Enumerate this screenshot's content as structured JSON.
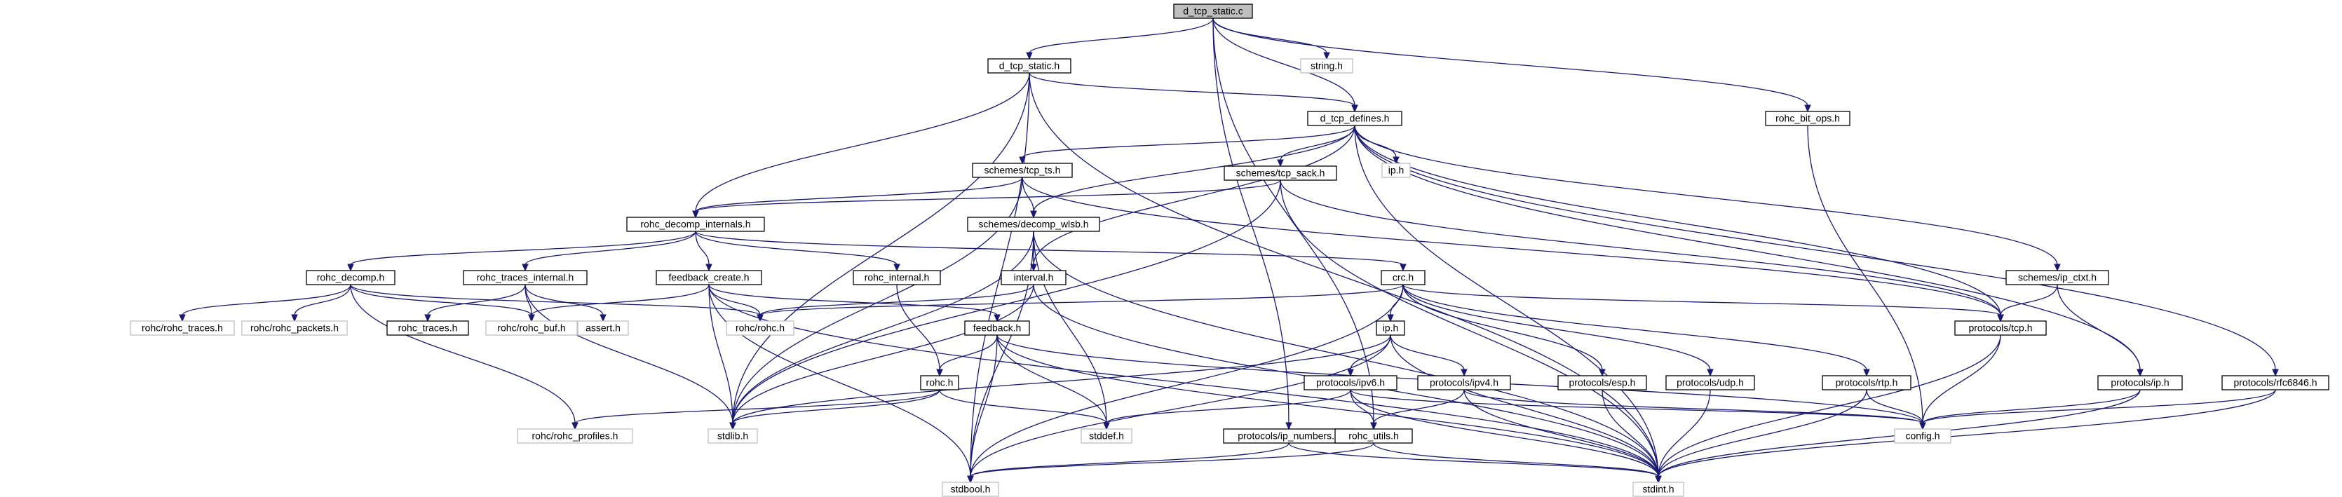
{
  "colors": {
    "edge": "#191970",
    "root_fill": "#bfbfbf",
    "gray_border": "#bfbfbf"
  },
  "nodes": [
    {
      "id": "d_tcp_static_c",
      "label": "d_tcp_static.c",
      "style": "root"
    },
    {
      "id": "d_tcp_static_h",
      "label": "d_tcp_static.h",
      "style": "black"
    },
    {
      "id": "string_h",
      "label": "string.h",
      "style": "gray"
    },
    {
      "id": "d_tcp_defines_h",
      "label": "d_tcp_defines.h",
      "style": "black"
    },
    {
      "id": "rohc_bit_ops_h",
      "label": "rohc_bit_ops.h",
      "style": "black"
    },
    {
      "id": "schemes_tcp_ts_h",
      "label": "schemes/tcp_ts.h",
      "style": "black"
    },
    {
      "id": "schemes_tcp_sack_h",
      "label": "schemes/tcp_sack.h",
      "style": "black"
    },
    {
      "id": "ip_h_gray",
      "label": "ip.h",
      "style": "gray"
    },
    {
      "id": "rohc_decomp_internals_h",
      "label": "rohc_decomp_internals.h",
      "style": "black"
    },
    {
      "id": "schemes_decomp_wlsb_h",
      "label": "schemes/decomp_wlsb.h",
      "style": "black"
    },
    {
      "id": "schemes_ip_ctxt_h",
      "label": "schemes/ip_ctxt.h",
      "style": "black"
    },
    {
      "id": "rohc_decomp_h",
      "label": "rohc_decomp.h",
      "style": "black"
    },
    {
      "id": "rohc_traces_internal_h",
      "label": "rohc_traces_internal.h",
      "style": "black"
    },
    {
      "id": "feedback_create_h",
      "label": "feedback_create.h",
      "style": "black"
    },
    {
      "id": "rohc_internal_h",
      "label": "rohc_internal.h",
      "style": "black"
    },
    {
      "id": "interval_h",
      "label": "interval.h",
      "style": "black"
    },
    {
      "id": "crc_h",
      "label": "crc.h",
      "style": "black"
    },
    {
      "id": "rohc_rohc_traces_h",
      "label": "rohc/rohc_traces.h",
      "style": "gray"
    },
    {
      "id": "rohc_rohc_packets_h",
      "label": "rohc/rohc_packets.h",
      "style": "gray"
    },
    {
      "id": "rohc_traces_h",
      "label": "rohc_traces.h",
      "style": "black"
    },
    {
      "id": "rohc_rohc_buf_h",
      "label": "rohc/rohc_buf.h",
      "style": "gray"
    },
    {
      "id": "assert_h",
      "label": "assert.h",
      "style": "gray"
    },
    {
      "id": "rohc_rohc_h",
      "label": "rohc/rohc.h",
      "style": "gray"
    },
    {
      "id": "feedback_h",
      "label": "feedback.h",
      "style": "black"
    },
    {
      "id": "protocols_tcp_h",
      "label": "protocols/tcp.h",
      "style": "black"
    },
    {
      "id": "ip_h",
      "label": "ip.h",
      "style": "black"
    },
    {
      "id": "rohc_h",
      "label": "rohc.h",
      "style": "black"
    },
    {
      "id": "protocols_ipv6_h",
      "label": "protocols/ipv6.h",
      "style": "black"
    },
    {
      "id": "protocols_ipv4_h",
      "label": "protocols/ipv4.h",
      "style": "black"
    },
    {
      "id": "protocols_esp_h",
      "label": "protocols/esp.h",
      "style": "black"
    },
    {
      "id": "protocols_udp_h",
      "label": "protocols/udp.h",
      "style": "black"
    },
    {
      "id": "protocols_rtp_h",
      "label": "protocols/rtp.h",
      "style": "black"
    },
    {
      "id": "protocols_ip_h",
      "label": "protocols/ip.h",
      "style": "black"
    },
    {
      "id": "protocols_rfc6846_h",
      "label": "protocols/rfc6846.h",
      "style": "black"
    },
    {
      "id": "rohc_rohc_profiles_h",
      "label": "rohc/rohc_profiles.h",
      "style": "gray"
    },
    {
      "id": "stdlib_h",
      "label": "stdlib.h",
      "style": "gray"
    },
    {
      "id": "stddef_h",
      "label": "stddef.h",
      "style": "gray"
    },
    {
      "id": "protocols_ip_numbers_h",
      "label": "protocols/ip_numbers.h",
      "style": "black"
    },
    {
      "id": "rohc_utils_h",
      "label": "rohc_utils.h",
      "style": "black"
    },
    {
      "id": "config_h",
      "label": "config.h",
      "style": "gray"
    },
    {
      "id": "stdbool_h",
      "label": "stdbool.h",
      "style": "gray"
    },
    {
      "id": "stdint_h",
      "label": "stdint.h",
      "style": "gray"
    }
  ],
  "edges": [
    [
      "d_tcp_static_c",
      "d_tcp_static_h"
    ],
    [
      "d_tcp_static_c",
      "string_h"
    ],
    [
      "d_tcp_static_c",
      "d_tcp_defines_h"
    ],
    [
      "d_tcp_static_c",
      "rohc_bit_ops_h"
    ],
    [
      "d_tcp_static_c",
      "protocols_ip_numbers_h"
    ],
    [
      "d_tcp_static_c",
      "rohc_utils_h"
    ],
    [
      "d_tcp_static_h",
      "d_tcp_defines_h"
    ],
    [
      "d_tcp_static_h",
      "rohc_decomp_internals_h"
    ],
    [
      "d_tcp_static_h",
      "stdlib_h"
    ],
    [
      "d_tcp_static_h",
      "stdbool_h"
    ],
    [
      "d_tcp_static_h",
      "stdint_h"
    ],
    [
      "d_tcp_defines_h",
      "schemes_tcp_ts_h"
    ],
    [
      "d_tcp_defines_h",
      "schemes_tcp_sack_h"
    ],
    [
      "d_tcp_defines_h",
      "ip_h_gray"
    ],
    [
      "d_tcp_defines_h",
      "schemes_decomp_wlsb_h"
    ],
    [
      "d_tcp_defines_h",
      "interval_h"
    ],
    [
      "d_tcp_defines_h",
      "protocols_tcp_h"
    ],
    [
      "d_tcp_defines_h",
      "schemes_ip_ctxt_h"
    ],
    [
      "d_tcp_defines_h",
      "protocols_ip_h"
    ],
    [
      "d_tcp_defines_h",
      "protocols_rfc6846_h"
    ],
    [
      "d_tcp_defines_h",
      "stdint_h"
    ],
    [
      "rohc_bit_ops_h",
      "config_h"
    ],
    [
      "schemes_tcp_ts_h",
      "rohc_decomp_internals_h"
    ],
    [
      "schemes_tcp_ts_h",
      "schemes_decomp_wlsb_h"
    ],
    [
      "schemes_tcp_ts_h",
      "stdlib_h"
    ],
    [
      "schemes_tcp_ts_h",
      "protocols_tcp_h"
    ],
    [
      "schemes_tcp_sack_h",
      "rohc_decomp_internals_h"
    ],
    [
      "schemes_tcp_sack_h",
      "protocols_tcp_h"
    ],
    [
      "schemes_tcp_sack_h",
      "stdint_h"
    ],
    [
      "schemes_tcp_sack_h",
      "stdlib_h"
    ],
    [
      "rohc_decomp_internals_h",
      "rohc_decomp_h"
    ],
    [
      "rohc_decomp_internals_h",
      "rohc_traces_internal_h"
    ],
    [
      "rohc_decomp_internals_h",
      "feedback_create_h"
    ],
    [
      "rohc_decomp_internals_h",
      "rohc_internal_h"
    ],
    [
      "rohc_decomp_internals_h",
      "crc_h"
    ],
    [
      "schemes_decomp_wlsb_h",
      "interval_h"
    ],
    [
      "schemes_decomp_wlsb_h",
      "stdbool_h"
    ],
    [
      "schemes_decomp_wlsb_h",
      "stddef_h"
    ],
    [
      "schemes_decomp_wlsb_h",
      "stdint_h"
    ],
    [
      "schemes_decomp_wlsb_h",
      "stdlib_h"
    ],
    [
      "schemes_ip_ctxt_h",
      "protocols_tcp_h"
    ],
    [
      "schemes_ip_ctxt_h",
      "protocols_ip_h"
    ],
    [
      "rohc_decomp_h",
      "rohc_rohc_traces_h"
    ],
    [
      "rohc_decomp_h",
      "rohc_rohc_packets_h"
    ],
    [
      "rohc_decomp_h",
      "rohc_rohc_buf_h"
    ],
    [
      "rohc_decomp_h",
      "rohc_rohc_h"
    ],
    [
      "rohc_decomp_h",
      "rohc_rohc_profiles_h"
    ],
    [
      "rohc_traces_internal_h",
      "rohc_traces_h"
    ],
    [
      "rohc_traces_internal_h",
      "rohc_rohc_buf_h"
    ],
    [
      "rohc_traces_internal_h",
      "assert_h"
    ],
    [
      "rohc_traces_internal_h",
      "stdlib_h"
    ],
    [
      "feedback_create_h",
      "rohc_rohc_buf_h"
    ],
    [
      "feedback_create_h",
      "rohc_rohc_h"
    ],
    [
      "feedback_create_h",
      "feedback_h"
    ],
    [
      "feedback_create_h",
      "stdlib_h"
    ],
    [
      "feedback_create_h",
      "stdbool_h"
    ],
    [
      "feedback_create_h",
      "stdint_h"
    ],
    [
      "rohc_internal_h",
      "rohc_h"
    ],
    [
      "interval_h",
      "rohc_rohc_h"
    ],
    [
      "interval_h",
      "stdlib_h"
    ],
    [
      "interval_h",
      "stdint_h"
    ],
    [
      "crc_h",
      "rohc_rohc_h"
    ],
    [
      "crc_h",
      "ip_h"
    ],
    [
      "crc_h",
      "protocols_tcp_h"
    ],
    [
      "crc_h",
      "protocols_esp_h"
    ],
    [
      "crc_h",
      "protocols_udp_h"
    ],
    [
      "crc_h",
      "protocols_rtp_h"
    ],
    [
      "crc_h",
      "stdbool_h"
    ],
    [
      "feedback_h",
      "rohc_h"
    ],
    [
      "feedback_h",
      "stdbool_h"
    ],
    [
      "feedback_h",
      "stddef_h"
    ],
    [
      "feedback_h",
      "stdint_h"
    ],
    [
      "feedback_h",
      "config_h"
    ],
    [
      "protocols_tcp_h",
      "config_h"
    ],
    [
      "protocols_tcp_h",
      "stdint_h"
    ],
    [
      "ip_h",
      "protocols_ipv6_h"
    ],
    [
      "ip_h",
      "protocols_ipv4_h"
    ],
    [
      "ip_h",
      "stdlib_h"
    ],
    [
      "ip_h",
      "stdbool_h"
    ],
    [
      "ip_h",
      "stdint_h"
    ],
    [
      "rohc_h",
      "rohc_rohc_profiles_h"
    ],
    [
      "rohc_h",
      "stdlib_h"
    ],
    [
      "rohc_h",
      "stddef_h"
    ],
    [
      "protocols_ipv6_h",
      "stddef_h"
    ],
    [
      "protocols_ipv6_h",
      "rohc_utils_h"
    ],
    [
      "protocols_ipv6_h",
      "stdint_h"
    ],
    [
      "protocols_ipv6_h",
      "config_h"
    ],
    [
      "protocols_ipv4_h",
      "rohc_utils_h"
    ],
    [
      "protocols_ipv4_h",
      "stdint_h"
    ],
    [
      "protocols_ipv4_h",
      "config_h"
    ],
    [
      "protocols_esp_h",
      "stdint_h"
    ],
    [
      "protocols_udp_h",
      "stdint_h"
    ],
    [
      "protocols_rtp_h",
      "config_h"
    ],
    [
      "protocols_rtp_h",
      "stdint_h"
    ],
    [
      "protocols_ip_h",
      "config_h"
    ],
    [
      "protocols_ip_h",
      "stdint_h"
    ],
    [
      "protocols_rfc6846_h",
      "config_h"
    ],
    [
      "protocols_rfc6846_h",
      "stdint_h"
    ],
    [
      "protocols_ip_numbers_h",
      "stdbool_h"
    ],
    [
      "protocols_ip_numbers_h",
      "stdint_h"
    ],
    [
      "rohc_utils_h",
      "stdbool_h"
    ],
    [
      "rohc_utils_h",
      "stdint_h"
    ]
  ]
}
